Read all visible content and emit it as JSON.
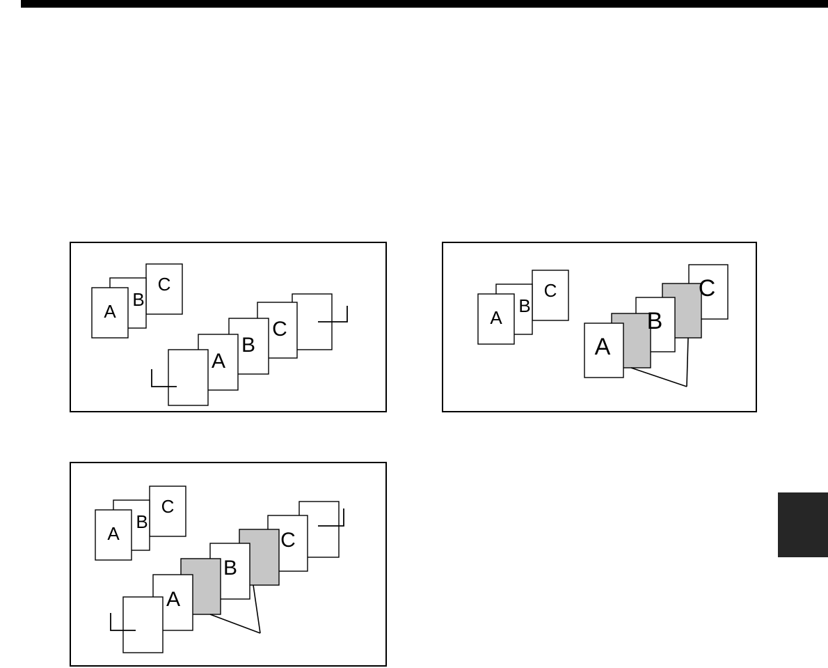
{
  "page": {
    "background": "#ffffff",
    "top_bar_color": "#000000",
    "chapter_tab_color": "#262626"
  },
  "colors": {
    "sheet_fill": "#ffffff",
    "insert_fill": "#c6c6c6",
    "line": "#000000"
  },
  "diagrams": {
    "top_left": {
      "originals": {
        "a": "A",
        "b": "B",
        "c": "C"
      },
      "output": {
        "a": "A",
        "b": "B",
        "c": "C"
      }
    },
    "top_right": {
      "originals": {
        "a": "A",
        "b": "B",
        "c": "C"
      },
      "output": {
        "a": "A",
        "b": "B",
        "c": "C"
      }
    },
    "bottom_left": {
      "originals": {
        "a": "A",
        "b": "B",
        "c": "C"
      },
      "output": {
        "a": "A",
        "b": "B",
        "c": "C"
      }
    }
  }
}
